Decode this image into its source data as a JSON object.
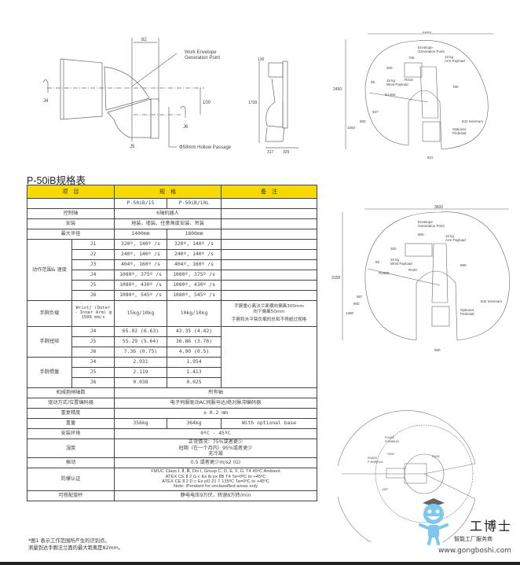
{
  "drawings": {
    "wrist": {
      "dim_82": "82",
      "envelope_label_1": "Work Envelope",
      "envelope_label_2": "Generation Point",
      "dim_100": "100",
      "j4": "J4",
      "j5": "J5",
      "j6": "J6",
      "hollow": "Φ58mm Hollow Passage"
    },
    "side": {
      "dim_136": "136",
      "dim_1738": "1738",
      "dim_317": "317",
      "dim_329": "329"
    },
    "env15": {
      "w": "2800",
      "h": "2450",
      "envelope_1": "Envelope",
      "envelope_2": "Generation Point",
      "d700": "700",
      "d300": "300",
      "d58": "58",
      "arm_payload_1": "10 kg",
      "arm_payload_2": "Arm Payload",
      "wrist_payload_1": "15 kg",
      "wrist_payload_2": "Wrist Payload",
      "r415": "R415",
      "r1400": "R1400",
      "d780": "780",
      "d507": "507",
      "d900": "900",
      "d1050": "1050",
      "min842": "842 minimum",
      "pedestal_1": "Optional",
      "pedestal_2": "Pedestal",
      "d921": "921"
    },
    "env10": {
      "w": "3600",
      "h": "3158",
      "envelope_1": "Envelope",
      "envelope_2": "Generation Point",
      "d900a": "900",
      "d300": "300",
      "d50": "50",
      "arm_payload_1": "10 kg",
      "arm_payload_2": "Arm Payload",
      "wrist_payload_1": "10 kg",
      "wrist_payload_2": "Wrist Payload",
      "r420": "R420",
      "r1800": "R1800",
      "d960": "960",
      "d587": "587",
      "d900": "900",
      "d1380": "1380",
      "min842": "842 minimum",
      "pedestal_1": "Optional",
      "pedestal_2": "Pedestal",
      "d950": "950"
    },
    "top": {
      "r1400": "R1400",
      "m15": "P-50iB/15",
      "r1800": "R1800",
      "m10": "P-50iB/10L",
      "p150": "+150°",
      "n150": "-150°",
      "r415": "R415"
    }
  },
  "title": "P-50iB规格表",
  "table": {
    "headers": [
      "项　目",
      "规　格",
      "备　注"
    ],
    "models": [
      "P-50iB/15",
      "P-50iB/10L"
    ],
    "axes": {
      "label": "控制轴",
      "value": "6轴机器人"
    },
    "mount": {
      "label": "安装",
      "value": "地装、墙装、任意角度安装、吊装"
    },
    "reach": {
      "label": "最大半径",
      "v15": "1400mm",
      "v10": "1800mm"
    },
    "motion": {
      "label": "动作范围& 速度",
      "rows": [
        {
          "j": "J1",
          "v15": "320º,  140º /s",
          "v10": "320º,  140º /s"
        },
        {
          "j": "J2",
          "v15": "240º,  140º /s",
          "v10": "240º,  140º /s"
        },
        {
          "j": "J3",
          "v15": "404º,  160º /s",
          "v10": "404º,  160º /s"
        },
        {
          "j": "J4",
          "v15": "1080º,  375º /s",
          "v10": "1080º,  375º /s"
        },
        {
          "j": "J5",
          "v15": "1080º,  430º /s",
          "v10": "1080º,  430º /s"
        },
        {
          "j": "J6",
          "v15": "1080º,  545º /s",
          "v10": "1080º,  545º /s"
        }
      ]
    },
    "payload": {
      "label": "手腕负载",
      "sub": "Wrist/ (Outer - Inner Arm) @ 1500 mm/s",
      "v15": "15kg/10kg",
      "v10": "10kg/10kg",
      "note1": "手腕重心离法兰面横向偏离300mm",
      "note2": "向下偏离50mm",
      "note3": "手腕和水平臂负载的总和不得超过规格"
    },
    "torque": {
      "label": "手腕扭矩",
      "rows": [
        {
          "j": "J4",
          "v15": "65.02 (6.63)",
          "v10": "43.35 (4.42)"
        },
        {
          "j": "J5",
          "v15": "55.29 (5.64)",
          "v10": "36.86 (3.76)"
        },
        {
          "j": "J6",
          "v15": "7.36 (0.75)",
          "v10": "4.90 (0.5)"
        }
      ]
    },
    "inertia": {
      "label": "手腕惯量",
      "rows": [
        {
          "j": "J4",
          "v15": "2.931",
          "v10": "1.954"
        },
        {
          "j": "J5",
          "v15": "2.119",
          "v10": "1.413"
        },
        {
          "j": "J6",
          "v15": "0.038",
          "v10": "0.025"
        }
      ]
    },
    "brakes": {
      "label": "机械抱闸轴数",
      "value": "所有轴"
    },
    "drive": {
      "label": "驱动方式/位置编码器",
      "value": "电子伺服驱动AC伺服马达/绝对脉冲编码器"
    },
    "repeat": {
      "label": "重复精度",
      "value": "± 0.2 mm"
    },
    "weight": {
      "label": "重量",
      "v15": "356kg",
      "v10": "364kg",
      "note": "With optional base"
    },
    "env": {
      "label": "安装环境",
      "value": "0ºC - 45ºC"
    },
    "humidity": {
      "label": "湿度",
      "l1": "正常情况：75%或者更少",
      "l2": "短期（在一个月内）95%或者更少",
      "l3": "无冷凝"
    },
    "vibration": {
      "label": "振动",
      "value": "0.5 或者更少m/s2 (G)"
    },
    "explosion": {
      "label": "防爆认证",
      "l1": "FMUC Class Ⅰ, Ⅱ, Ⅲ, Div I, Group C, D, E, F, G, T4 45ºC Ambient",
      "l2": "ATEX CE Ⅱ 2 G c Ex ib px ⅡB T4 Ta=0ºC to +45ºC",
      "l3": "ATEX CE Ⅱ 2 D c Ex pD 21 T 135ºC Ta=0ºC to +45ºC",
      "l4": "Note: iPendant for unclassified areas only"
    },
    "cup": {
      "label": "可搭配旋杯",
      "value": "静电电压9万伏，转速8万转/min"
    }
  },
  "notes": {
    "l1": "*图1 表示工作范围所产生的识别点。",
    "l2": "测量到达手腕法兰面的最大距离是82mm。"
  },
  "logo": {
    "cn": "工博士",
    "sub": "智能工厂服务商",
    "url": "www.gongboshi.com"
  },
  "colors": {
    "header": "#f7d800",
    "border": "#444444"
  }
}
